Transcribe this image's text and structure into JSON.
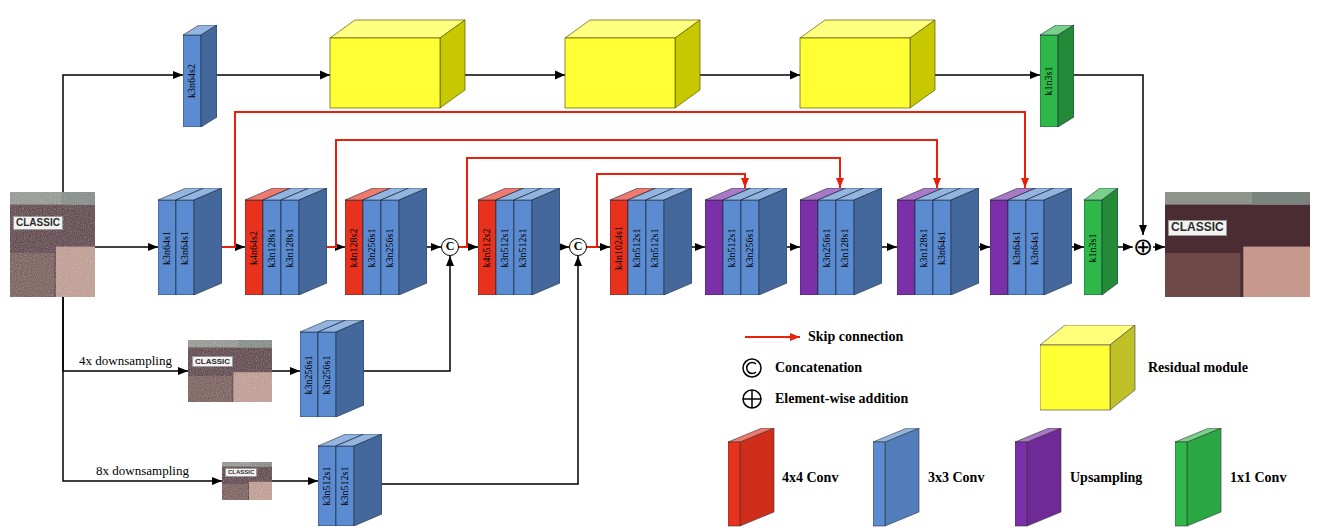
{
  "diagram": {
    "nodes": [
      {
        "text": [
          "CLASSIC"
        ]
      },
      {
        "text": [
          "k3n64s2"
        ]
      },
      {
        "text": [
          "k1n3s1"
        ]
      },
      {
        "text": [
          "k3n64s1",
          "k3n64s1"
        ]
      },
      {
        "text": [
          "k4n64s2",
          "k3n128s1",
          "k3n128s1"
        ]
      },
      {
        "text": [
          "k4n128s2",
          "k3n256s1",
          "k3n256s1"
        ]
      },
      {
        "text": [
          "C"
        ]
      },
      {
        "text": [
          "k4n512s2",
          "k3n512s1",
          "k3n512s1"
        ]
      },
      {
        "text": [
          "C"
        ]
      },
      {
        "text": [
          "k4n1024s1",
          "k3n512s1",
          "k3n512s1"
        ]
      },
      {
        "text": [
          "k3n512s1",
          "k3n256s1"
        ]
      },
      {
        "text": [
          "k3n256s1",
          "k3n128s1"
        ]
      },
      {
        "text": [
          "k3n128s1",
          "k3n64s1"
        ]
      },
      {
        "text": [
          "k3n64s1",
          "k3n64s1"
        ]
      },
      {
        "text": [
          "k1n3s1"
        ]
      },
      {
        "text": [
          "⊕"
        ]
      },
      {
        "text": [
          "CLASSIC"
        ]
      },
      {
        "text": [
          "CLASSIC"
        ]
      },
      {
        "text": [
          "k3n256s1",
          "k3n256s1"
        ]
      },
      {
        "text": [
          "CLASSIC"
        ]
      },
      {
        "text": [
          "k3n512s1",
          "k3n512s1"
        ]
      }
    ],
    "edges": [
      {
        "from": 0,
        "to": 1,
        "arrow": "to"
      },
      {
        "from": 1,
        "to": 2,
        "arrow": "to"
      },
      {
        "from": 2,
        "to": 15,
        "arrow": "to"
      },
      {
        "from": 0,
        "to": 3,
        "arrow": "to"
      },
      {
        "from": 3,
        "to": 4,
        "arrow": "to"
      },
      {
        "from": 4,
        "to": 5,
        "arrow": "to"
      },
      {
        "from": 5,
        "to": 6,
        "arrow": "to"
      },
      {
        "from": 6,
        "to": 7,
        "arrow": "to"
      },
      {
        "from": 7,
        "to": 8,
        "arrow": "to"
      },
      {
        "from": 8,
        "to": 9,
        "arrow": "to"
      },
      {
        "from": 9,
        "to": 10,
        "arrow": "to"
      },
      {
        "from": 10,
        "to": 11,
        "arrow": "to"
      },
      {
        "from": 11,
        "to": 12,
        "arrow": "to"
      },
      {
        "from": 12,
        "to": 13,
        "arrow": "to"
      },
      {
        "from": 13,
        "to": 14,
        "arrow": "to"
      },
      {
        "from": 14,
        "to": 15,
        "arrow": "to"
      },
      {
        "from": 15,
        "to": 16,
        "arrow": "to"
      },
      {
        "from": 0,
        "to": 17,
        "arrow": "to",
        "label": "4x downsampling"
      },
      {
        "from": 0,
        "to": 19,
        "arrow": "to",
        "label": "8x downsampling"
      },
      {
        "from": 17,
        "to": 18,
        "arrow": "to"
      },
      {
        "from": 19,
        "to": 20,
        "arrow": "to"
      },
      {
        "from": 18,
        "to": 6,
        "arrow": "to"
      },
      {
        "from": 20,
        "to": 8,
        "arrow": "to"
      },
      {
        "from": 3,
        "to": 13,
        "arrow": "to"
      },
      {
        "from": 4,
        "to": 12,
        "arrow": "to"
      },
      {
        "from": 6,
        "to": 11,
        "arrow": "to"
      },
      {
        "from": 8,
        "to": 10,
        "arrow": "to"
      }
    ],
    "legend": [
      {
        "text": "Skip connection"
      },
      {
        "text": "Concatenation"
      },
      {
        "text": "Element-wise addition"
      },
      {
        "text": "Residual module",
        "color": "#ffff33"
      },
      {
        "text": "4x4 Conv",
        "color": "#e8321e"
      },
      {
        "text": "3x3 Conv",
        "color": "#5b8bd0"
      },
      {
        "text": "Upsampling",
        "color": "#7b2fa8"
      },
      {
        "text": "1x1 Conv",
        "color": "#2fb84a"
      }
    ]
  }
}
